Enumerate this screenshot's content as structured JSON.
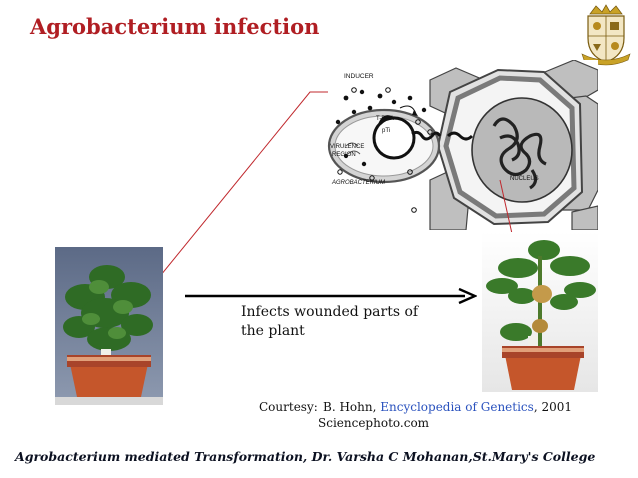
{
  "slide": {
    "title": "Agrobacterium infection",
    "infects_text": "Infects wounded parts of the plant",
    "courtesy_label": "Courtesy:",
    "courtesy_author": "B. Hohn, ",
    "courtesy_link": "Encyclopedia of Genetics",
    "courtesy_year": ", 2001",
    "courtesy_source": "Sciencephoto.com",
    "footer": "Agrobacterium mediated Transformation, Dr. Varsha C Mohanan,St.Mary's College"
  },
  "diagram": {
    "inducer_label": "INDUCER",
    "tdna_label": "T-DNA",
    "pti_label": "pTi",
    "virulence_label_1": "VIRULENCE",
    "virulence_label_2": "REGION",
    "agrobacterium_label": "AGROBACTERIUM",
    "nucleus_label": "NUCLEUS"
  },
  "colors": {
    "title": "#b01e23",
    "link": "#2a52be",
    "connector": "#c0282d"
  }
}
